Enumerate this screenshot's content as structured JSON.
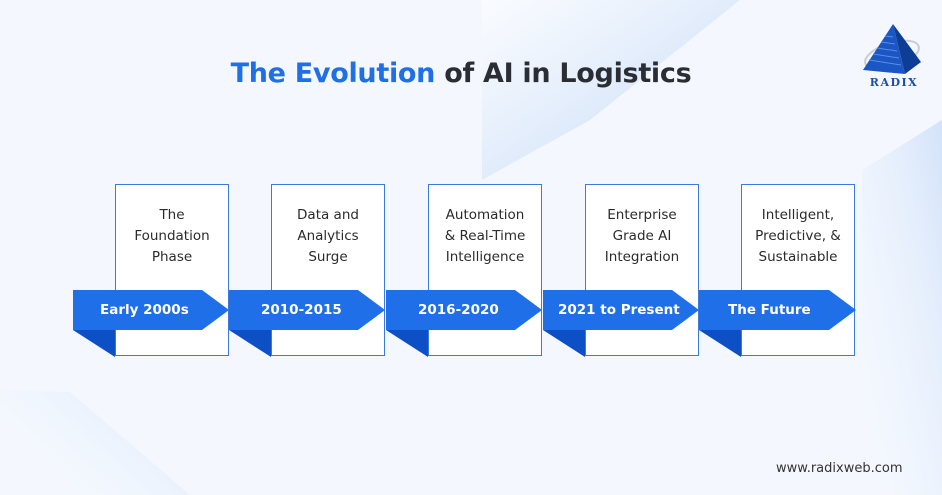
{
  "title": {
    "accent": "The Evolution",
    "rest": " of AI in Logistics"
  },
  "logo": {
    "text": "RADIX",
    "icon": "pyramid-logo-icon"
  },
  "timeline": [
    {
      "period": "Early 2000s",
      "description": "The Foundation Phase",
      "lines": [
        "The",
        "Foundation",
        "Phase"
      ]
    },
    {
      "period": "2010-2015",
      "description": "Data and Analytics Surge",
      "lines": [
        "Data and",
        "Analytics",
        "Surge"
      ]
    },
    {
      "period": "2016-2020",
      "description": "Automation & Real-Time Intelligence",
      "lines": [
        "Automation",
        "& Real-Time",
        "Intelligence"
      ]
    },
    {
      "period": "2021 to Present",
      "description": "Enterprise Grade AI Integration",
      "lines": [
        "Enterprise",
        "Grade AI",
        "Integration"
      ]
    },
    {
      "period": "The Future",
      "description": "Intelligent, Predictive, & Sustainable",
      "lines": [
        "Intelligent,",
        "Predictive, &",
        "Sustainable"
      ]
    }
  ],
  "footer": {
    "url": "www.radixweb.com"
  },
  "colors": {
    "accent": "#1f6fe8",
    "arrow": "#1f6fe8",
    "fold": "#0d4fc4",
    "title_dark": "#2a2d33",
    "background": "#f4f8fe"
  }
}
